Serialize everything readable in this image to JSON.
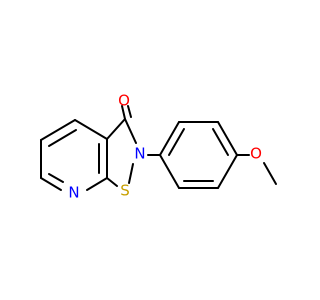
{
  "molecule": {
    "atoms": {
      "oxygen_carbonyl": "O",
      "nitrogen_ring": "N",
      "sulfur_ring": "S",
      "nitrogen_pyridine": "N",
      "oxygen_methoxy": "O"
    },
    "colors": {
      "bond": "#000000",
      "oxygen": "#ff0000",
      "nitrogen": "#0000ff",
      "sulfur": "#c8a000",
      "background": "#ffffff"
    }
  }
}
